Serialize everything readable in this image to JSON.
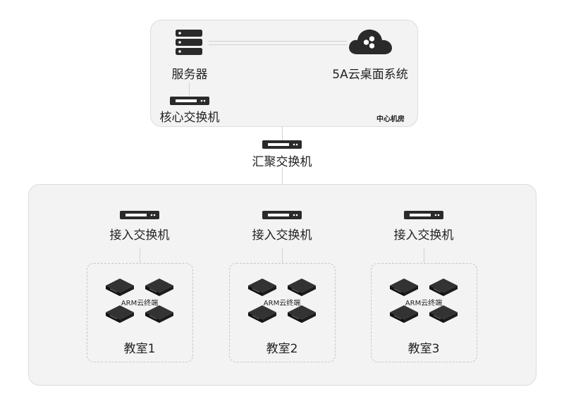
{
  "server_room": {
    "server_label": "服务器",
    "cloud_label": "5A云桌面系统",
    "core_switch_label": "核心交换机",
    "room_label": "中心机房"
  },
  "aggregation": {
    "label": "汇聚交换机"
  },
  "classrooms": [
    {
      "switch_label": "接入交换机",
      "terminal_label": "ARM云终端",
      "room_label": "教室1"
    },
    {
      "switch_label": "接入交换机",
      "terminal_label": "ARM云终端",
      "room_label": "教室2"
    },
    {
      "switch_label": "接入交换机",
      "terminal_label": "ARM云终端",
      "room_label": "教室3"
    }
  ],
  "colors": {
    "device": "#2a2a2a",
    "panel": "#f3f3f3",
    "line": "#d2d2d2"
  }
}
